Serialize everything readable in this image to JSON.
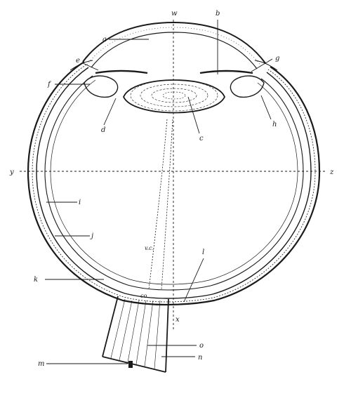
{
  "labels": {
    "a": "a",
    "b": "b",
    "c": "c",
    "d": "d",
    "e": "e",
    "f": "f",
    "g": "g",
    "h": "h",
    "i": "i",
    "j": "j",
    "k": "k",
    "l": "l",
    "m": "m",
    "n": "n",
    "o": "o",
    "w": "w",
    "x": "x",
    "y": "y",
    "z": "z",
    "cor": "co.",
    "vc": "v.c."
  }
}
